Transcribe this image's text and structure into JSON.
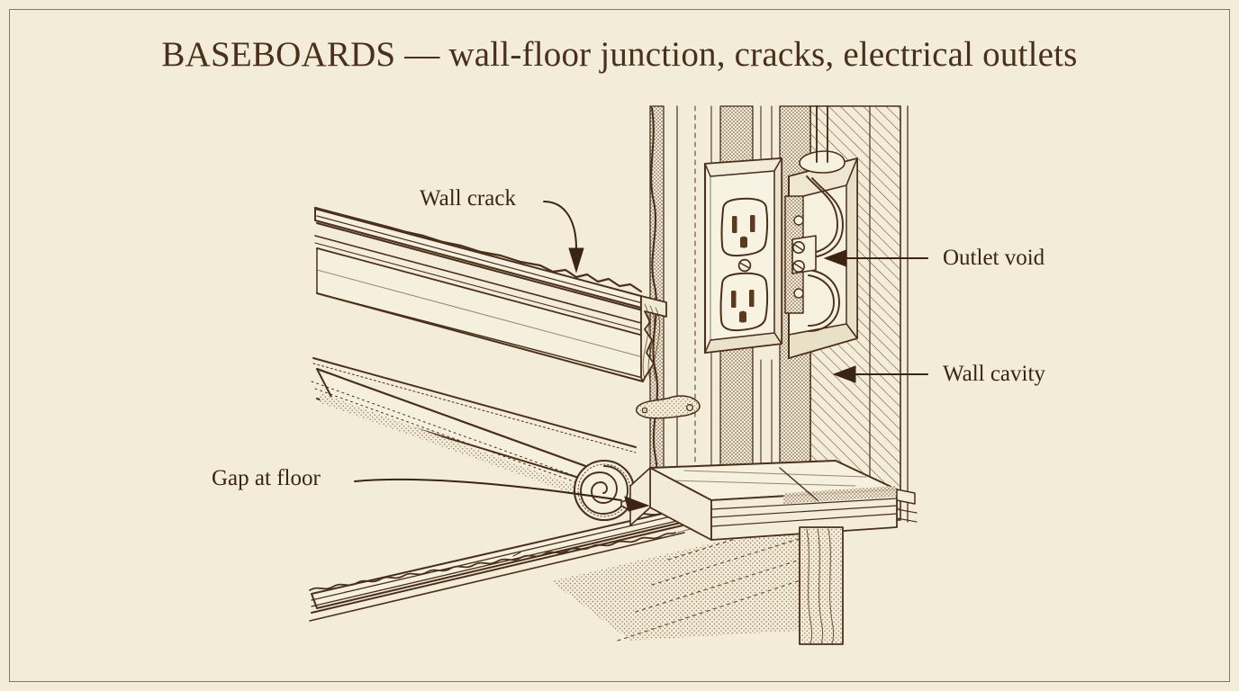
{
  "document": {
    "title": "BASEBOARDS — wall-floor junction, cracks, electrical outlets",
    "kind": "technical line illustration",
    "background_color": "#f2ecd9",
    "ink_color": "#4a2f1b",
    "border_color": "#8a7a52"
  },
  "labels": {
    "wall_crack": "Wall crack",
    "gap_at_floor": "Gap at floor",
    "outlet_void": "Outlet void",
    "wall_cavity": "Wall cavity"
  },
  "callouts": [
    {
      "name": "wall-crack",
      "text": "Wall crack",
      "leader": "curved-down-arrow",
      "points_to": "jagged crack along top edge of baseboard"
    },
    {
      "name": "gap-at-floor",
      "text": "Gap at floor",
      "leader": "curved-right-arrow",
      "points_to": "gap between baseboard bottom and floor"
    },
    {
      "name": "outlet-void",
      "text": "Outlet void",
      "leader": "straight-left-arrow",
      "points_to": "interior of electrical box"
    },
    {
      "name": "wall-cavity",
      "text": "Wall cavity",
      "leader": "straight-left-arrow",
      "points_to": "hatched stud bay behind drywall"
    }
  ],
  "scene": {
    "elements": [
      "profiled baseboard molding in perspective",
      "jagged wall crack along baseboard top",
      "rolled insulation with spiral end",
      "floor strip with crumbling edge",
      "duplex electrical receptacle with cover plate",
      "electrical box with looped wires and terminal screws",
      "stippled drywall layers",
      "diagonally hatched wall cavity",
      "wood grain stud and sole plate",
      "subfloor layers and floorboards"
    ]
  }
}
